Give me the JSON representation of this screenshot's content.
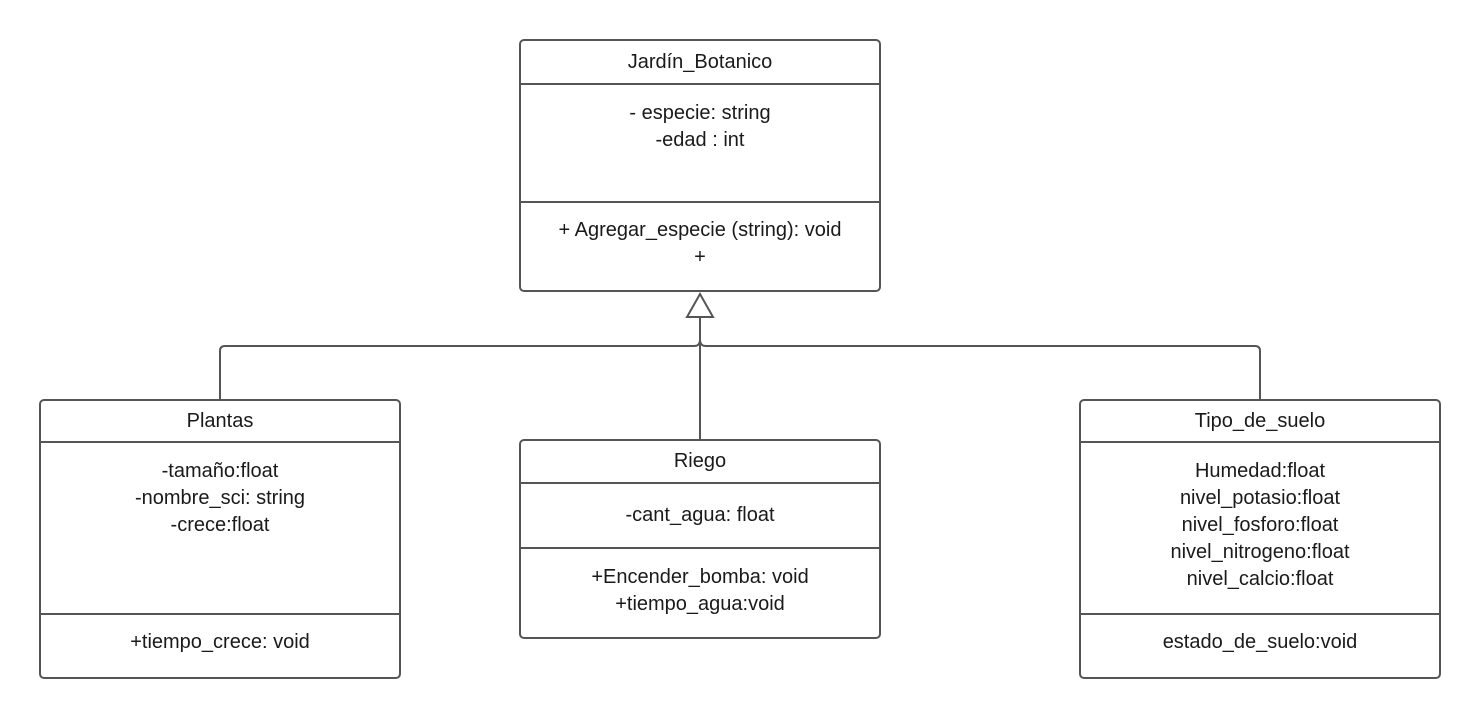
{
  "classes": {
    "jardin": {
      "name": "Jardín_Botanico",
      "attributes": [
        "- especie: string",
        "-edad : int"
      ],
      "operations": [
        "+ Agregar_especie (string): void",
        "+"
      ]
    },
    "plantas": {
      "name": "Plantas",
      "attributes": [
        "-tamaño:float",
        "-nombre_sci: string",
        "-crece:float"
      ],
      "operations": [
        "+tiempo_crece: void"
      ]
    },
    "riego": {
      "name": "Riego",
      "attributes": [
        "-cant_agua: float"
      ],
      "operations": [
        "+Encender_bomba: void",
        "+tiempo_agua:void"
      ]
    },
    "suelo": {
      "name": "Tipo_de_suelo",
      "attributes": [
        "Humedad:float",
        "nivel_potasio:float",
        "nivel_fosforo:float",
        "nivel_nitrogeno:float",
        "nivel_calcio:float"
      ],
      "operations": [
        "estado_de_suelo:void"
      ]
    }
  },
  "colors": {
    "border": "#555555",
    "line": "#555555",
    "text": "#1a1a1a",
    "background": "#ffffff"
  }
}
